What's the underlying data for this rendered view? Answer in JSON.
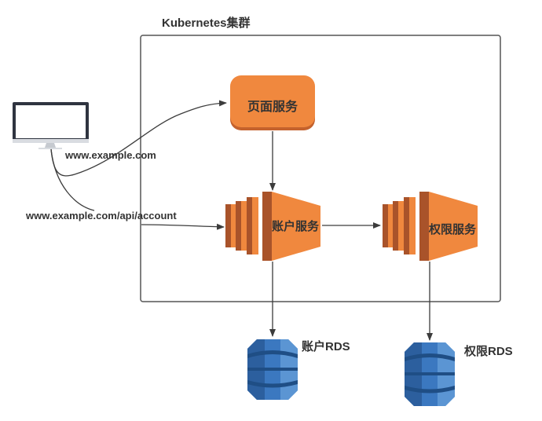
{
  "cluster": {
    "title": "Kubernetes集群"
  },
  "client": {
    "icon": "desktop-monitor-icon"
  },
  "routes": [
    {
      "label": "www.example.com",
      "target": "页面服务"
    },
    {
      "label": "www.example.com/api/account",
      "target": "账户服务"
    }
  ],
  "services": {
    "page": {
      "label": "页面服务",
      "icon": "rounded-box"
    },
    "account": {
      "label": "账户服务",
      "icon": "compute-stack-icon"
    },
    "permission": {
      "label": "权限服务",
      "icon": "compute-stack-icon"
    }
  },
  "databases": {
    "account": {
      "label": "账户RDS",
      "icon": "database-icon"
    },
    "permission": {
      "label": "权限RDS",
      "icon": "database-icon"
    }
  },
  "colors": {
    "orange": "#F0883E",
    "orange_dark": "#A9532A",
    "db_blue": "#3B78C0",
    "db_dark": "#1F4E85",
    "line": "#3c3c3c"
  }
}
